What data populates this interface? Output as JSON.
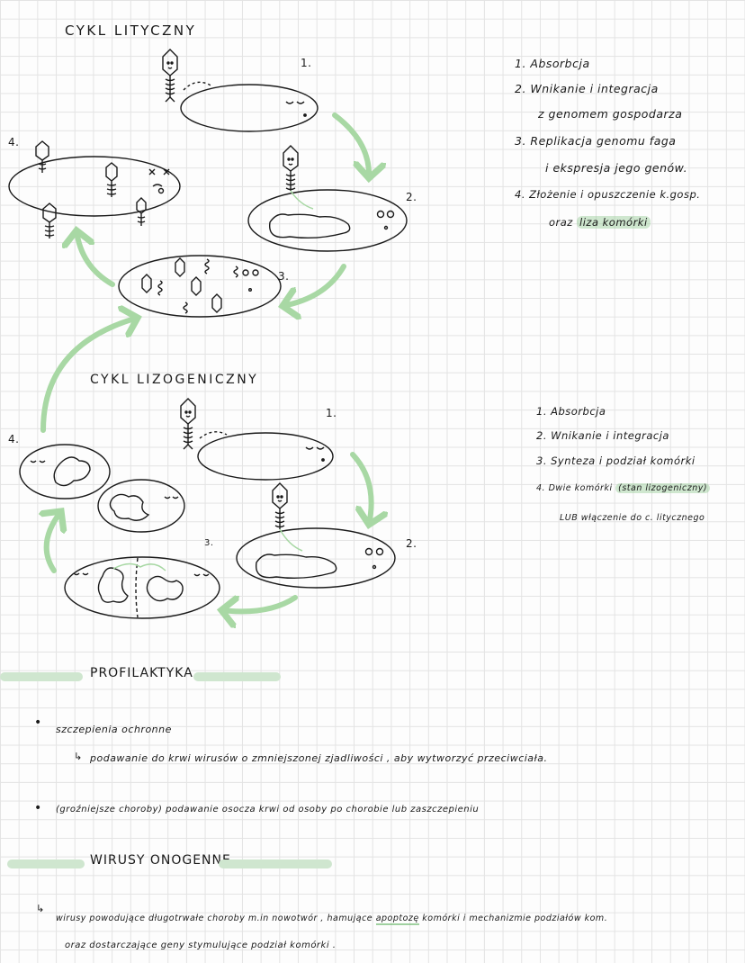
{
  "lytic": {
    "title": "CYKL LITYCZNY",
    "stage_numbers": [
      "1.",
      "2.",
      "3.",
      "4."
    ],
    "steps": [
      "1. Absorbcja",
      "2. Wnikanie i integracja",
      "z genomem gospodarza",
      "3. Replikacja genomu faga",
      "i ekspresja jego genów.",
      "4. Złożenie i opuszczenie k.gosp.",
      "oraz"
    ],
    "highlight": "liza komórki"
  },
  "lysogenic": {
    "title": "CYKL LIZOGENICZNY",
    "stage_numbers": [
      "1.",
      "2.",
      "3.",
      "4."
    ],
    "steps": [
      "1. Absorbcja",
      "2. Wnikanie i integracja",
      "3. Synteza i podział komórki",
      "4. Dwie komórki",
      "LUB włączenie do c. litycznego"
    ],
    "state_note": "(stan lizogeniczny)"
  },
  "prophylaxis": {
    "heading": "PROFILAKTYKA",
    "bullet1": "szczepienia ochronne",
    "bullet1_sub": "podawanie do krwi wirusów o zmniejszonej zjadliwości , aby wytworzyć przeciwciała.",
    "bullet2": "(groźniejsze choroby) podawanie osocza krwi od osoby po chorobie lub zaszczepieniu",
    "arrow": "↳",
    "bullet_symbol": "•"
  },
  "oncogenic": {
    "heading": "WIRUSY ONOGENNE",
    "arrow": "↳",
    "line1_a": "wirusy powodujące długotrwałe choroby m.in nowotwór ,",
    "line1_b": "hamujące",
    "line1_c": "apoptozę",
    "line1_d": "komórki i mechanizmie podziałów kom.",
    "line2": "oraz dostarczające geny stymulujące podział komórki ."
  },
  "colors": {
    "accent_green": "#a8d8a4",
    "highlight_green": "#cfe6cf",
    "ink": "#1a1a1a",
    "grid": "#e3e3e3"
  }
}
